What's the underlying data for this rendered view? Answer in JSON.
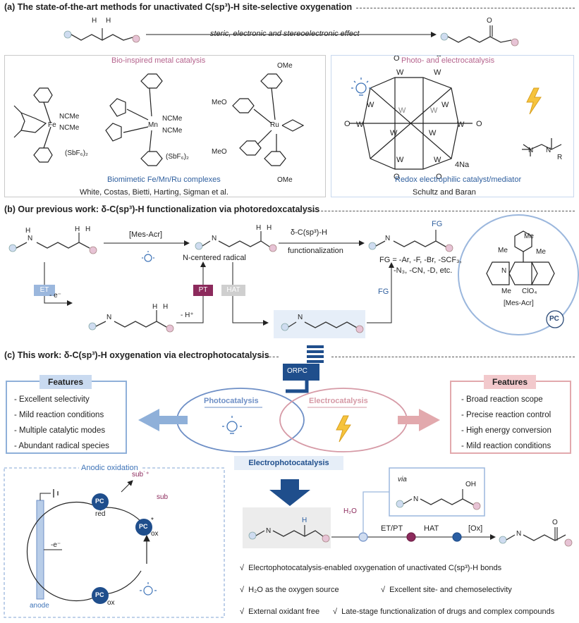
{
  "section_a": {
    "title": "(a) The state-of-the-art methods for unactivated C(sp³)-H site-selective oxygenation",
    "arrow_label": "steric, electronic and stereoelectronic effect",
    "left_panel": {
      "header": "Bio-inspired metal catalysis",
      "caption": "Biomimetic Fe/Mn/Ru complexes",
      "authors": "White, Costas, Bietti, Harting, Sigman et al.",
      "fe_ligands": [
        "NCMe",
        "NCMe"
      ],
      "fe_counterion": "(SbF₆)₂",
      "mn_ligands": [
        "NCMe",
        "NCMe"
      ],
      "mn_counterion": "(SbF₆)₂",
      "metals": [
        "Fe",
        "Mn",
        "Ru"
      ],
      "ru_substituents": [
        "OMe",
        "MeO",
        "MeO",
        "OMe"
      ]
    },
    "right_panel": {
      "header": "Photo- and electrocatalysis",
      "caption": "Redox electrophilic catalyst/mediator",
      "authors": "Schultz and Baran",
      "cluster_counter": "4Na",
      "amide_label": "R"
    }
  },
  "section_b": {
    "title": "(b) Our previous work: δ-C(sp³)-H functionalization via photoredoxcatalysis",
    "catalyst_label": "[Mes-Acr]",
    "radical_label": "N-centered radical",
    "step_label_top": "δ-C(sp³)-H",
    "step_label_bottom": "functionalization",
    "fg_label": "FG",
    "fg_list_1": "FG = -Ar, -F, -Br, -SCF₃,",
    "fg_list_2": "-N₃, -CN, -D, etc.",
    "fg_arrow": "FG",
    "tags": {
      "et": "ET",
      "pt": "PT",
      "hat": "HAT"
    },
    "electron_loss": "- e⁻",
    "proton_loss": "- H⁺",
    "catalyst_name": "[Mes-Acr]",
    "catalyst_counter": "ClO₄",
    "pc_label": "PC",
    "colors": {
      "et": "#9bb7dd",
      "pt": "#8c2a5c",
      "hat": "#cfcfcf",
      "radical_bg": "#e6eef8"
    }
  },
  "section_c": {
    "title": "(c) This work: δ-C(sp³)-H oxygenation via electrophotocatalysis",
    "orpc_label": "ORPC",
    "features_left": {
      "header": "Features",
      "items": [
        "- Excellent selectivity",
        "- Mild reaction conditions",
        "- Multiple catalytic modes",
        "- Abundant radical species"
      ]
    },
    "features_right": {
      "header": "Features",
      "items": [
        "- Broad reaction scope",
        "- Precise reaction control",
        "- High energy conversion",
        "- Mild reaction conditions"
      ]
    },
    "photo_label": "Photocatalysis",
    "electro_label": "Electrocatalysis",
    "ep_label": "Electrophotocatalysis",
    "anodic": {
      "title": "Anodic oxidation",
      "pc_red": "red",
      "pc_ox_star": "ox",
      "pc_ox": "ox",
      "pc": "PC",
      "sub_radical": "sub˙⁺",
      "sub": "sub",
      "electron": "-e⁻",
      "anode": "anode"
    },
    "mechanism": {
      "via": "via",
      "oh": "OH",
      "water": "H₂O",
      "h_label": "H",
      "steps": [
        "ET/PT",
        "HAT",
        "[Ox]"
      ],
      "product_o": "O"
    },
    "bullets": [
      "Elecrtophotocatalysis-enabled oxygenation of unactivated C(sp³)-H bonds",
      "H₂O as the oxygen source",
      "Excellent site- and chemoselectivity",
      "External oxidant free",
      "Late-stage functionalization of drugs and complex compounds"
    ],
    "check": "√"
  }
}
